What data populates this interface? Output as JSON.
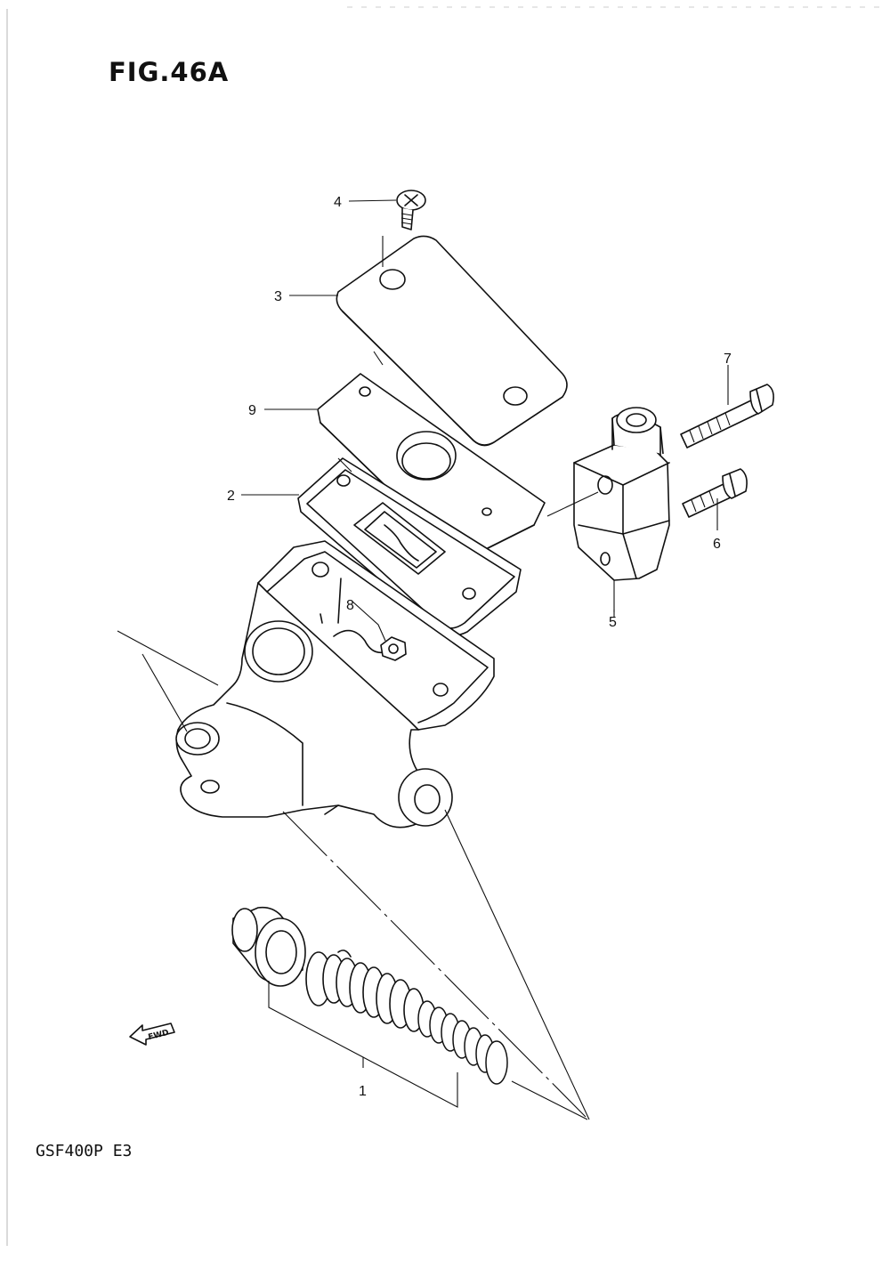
{
  "figure": {
    "title": "FIG.46A",
    "model_code": "GSF400P E3"
  },
  "callouts": {
    "c1": "1",
    "c2": "2",
    "c3": "3",
    "c4": "4",
    "c5": "5",
    "c6": "6",
    "c7": "7",
    "c8": "8",
    "c9": "9"
  },
  "fwd_badge": "FWD",
  "icons": {
    "fwd": "fwd-arrow-icon"
  }
}
